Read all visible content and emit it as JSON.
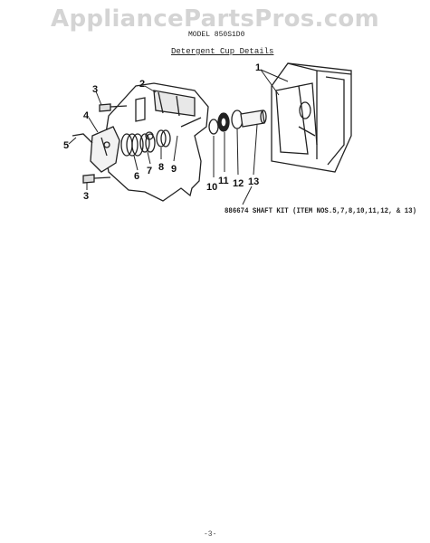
{
  "watermark": "AppliancePartsPros.com",
  "model_line": "MODEL 850S1D0",
  "section_title": "Detergent Cup Details",
  "kit_note": "886674 SHAFT KIT (ITEM NOS.5,7,8,10,11,12, & 13)",
  "page_number": "-3-",
  "callouts": {
    "c1": "1",
    "c2": "2",
    "c3a": "3",
    "c3b": "3",
    "c4": "4",
    "c5": "5",
    "c6": "6",
    "c7": "7",
    "c8": "8",
    "c9": "9",
    "c10": "10",
    "c11": "11",
    "c12": "12",
    "c13": "13"
  }
}
